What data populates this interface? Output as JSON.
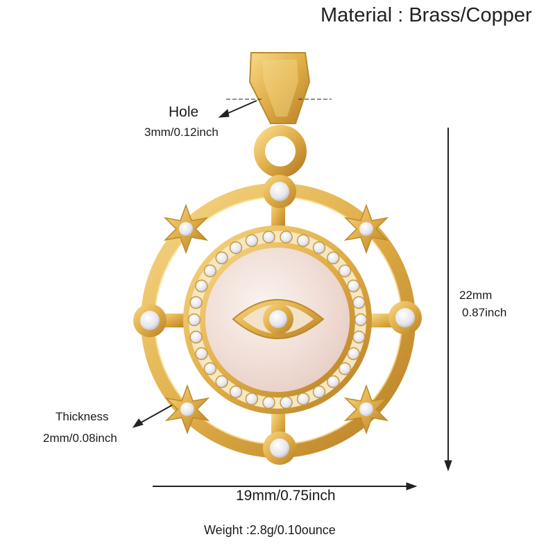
{
  "material": "Material : Brass/Copper",
  "hole": {
    "label": "Hole",
    "size": "3mm/0.12inch"
  },
  "height": {
    "mm": "22mm",
    "inch": "0.87inch"
  },
  "thickness": {
    "label": "Thickness",
    "size": "2mm/0.08inch"
  },
  "width": {
    "label": "19mm/0.75inch"
  },
  "weight": "Weight :2.8g/0.10ounce",
  "colors": {
    "gold": "#e2b24f",
    "gold_dark": "#b7832a",
    "shell": "#f1dfd9",
    "crystal": "#f3f3f6"
  }
}
